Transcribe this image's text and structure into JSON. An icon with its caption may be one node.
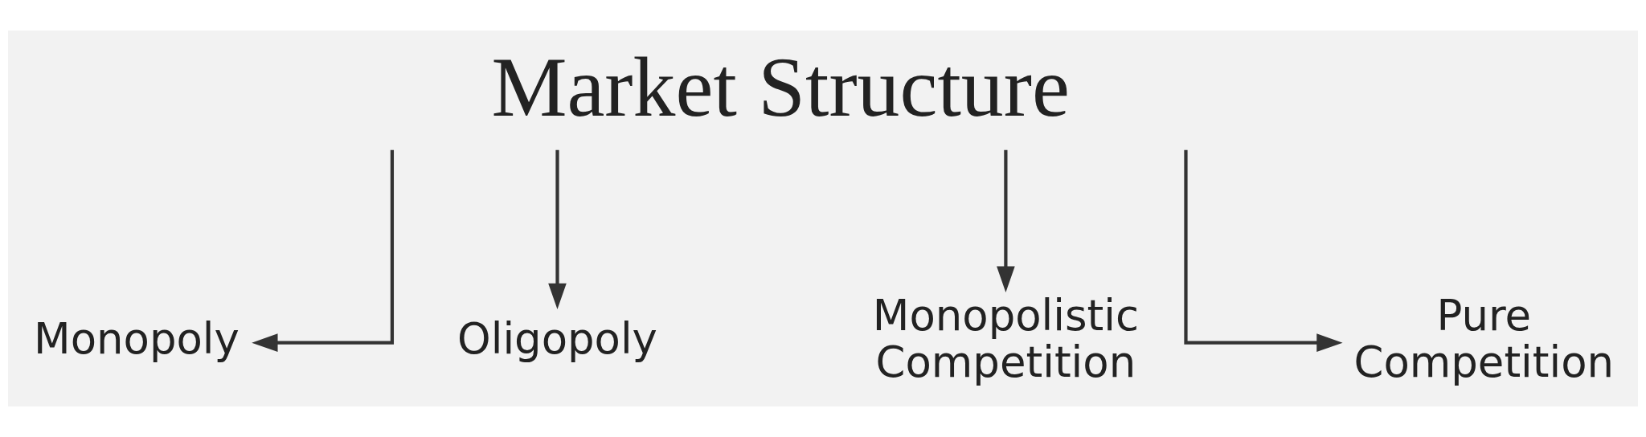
{
  "diagram": {
    "nodes": [
      {
        "text": [
          "Market Structure"
        ]
      },
      {
        "text": [
          "Monopoly"
        ]
      },
      {
        "text": [
          "Oligopoly"
        ]
      },
      {
        "text": [
          "Monopolistic Competition"
        ]
      },
      {
        "text": [
          "Pure Competition"
        ]
      }
    ],
    "edges": [
      {
        "from": 0,
        "to": 1,
        "arrow": "to"
      },
      {
        "from": 0,
        "to": 2,
        "arrow": "to"
      },
      {
        "from": 0,
        "to": 3,
        "arrow": "to"
      },
      {
        "from": 0,
        "to": 4,
        "arrow": "to"
      }
    ]
  }
}
